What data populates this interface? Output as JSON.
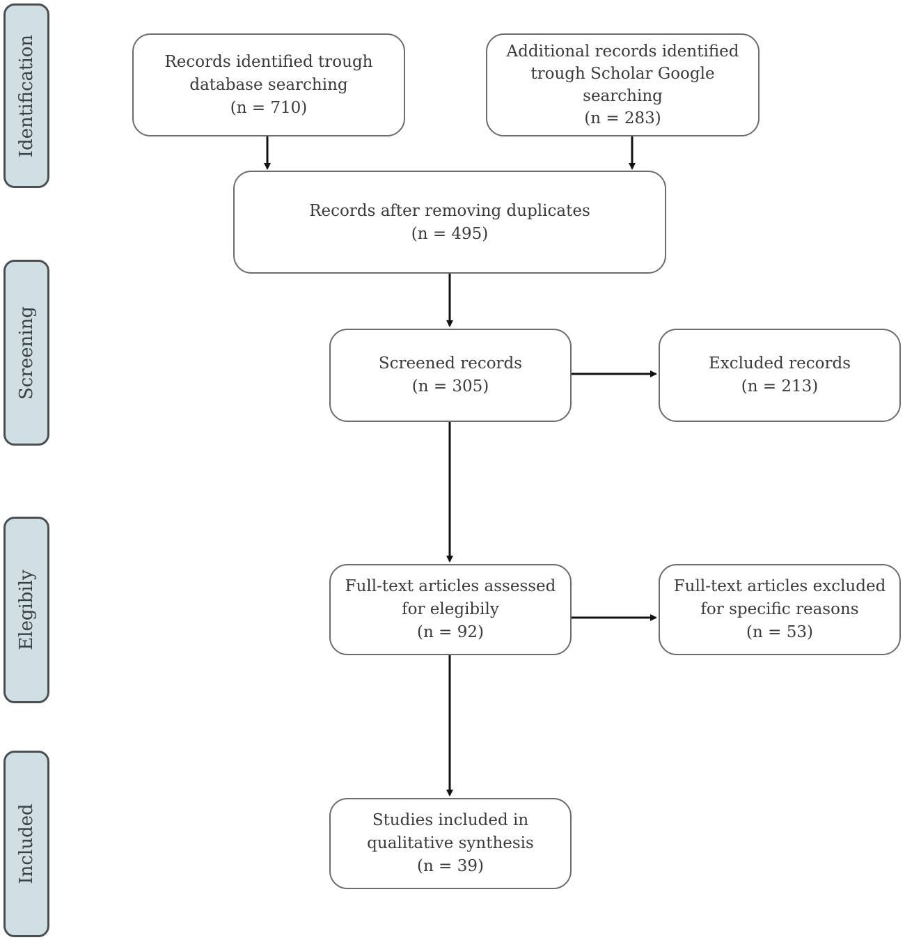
{
  "stages": {
    "identification": "Identification",
    "screening": "Screening",
    "eligibility": "Elegibily",
    "included": "Included"
  },
  "boxes": {
    "database": {
      "lines": [
        "Records identified trough",
        "database searching"
      ],
      "count": "(n = 710)"
    },
    "scholar": {
      "lines": [
        "Additional records identified",
        "trough Scholar Google",
        "searching"
      ],
      "count": "(n = 283)"
    },
    "deduplicated": {
      "lines": [
        "Records after removing duplicates"
      ],
      "count": "(n = 495)"
    },
    "screened": {
      "lines": [
        "Screened records"
      ],
      "count": "(n = 305)"
    },
    "excluded": {
      "lines": [
        "Excluded records"
      ],
      "count": "(n = 213)"
    },
    "fulltext": {
      "lines": [
        "Full-text articles assessed",
        "for elegibily"
      ],
      "count": "(n = 92)"
    },
    "fulltext_excluded": {
      "lines": [
        "Full-text articles excluded",
        "for specific reasons"
      ],
      "count": "(n = 53)"
    },
    "included": {
      "lines": [
        "Studies included in",
        "qualitative synthesis"
      ],
      "count": "(n = 39)"
    }
  },
  "colors": {
    "stage_fill": "#cfdfe3",
    "stage_border": "#4a4f52",
    "box_border": "#6c6c6c",
    "arrow": "#111111"
  }
}
